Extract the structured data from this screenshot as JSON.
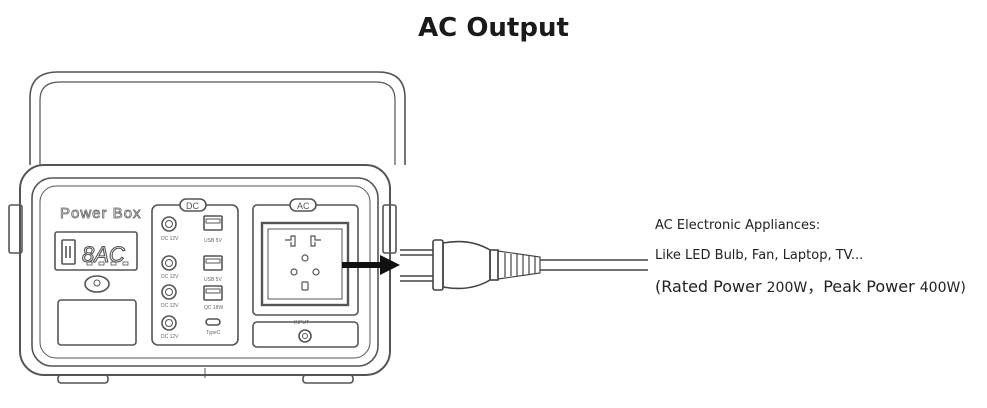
{
  "title": "AC Output",
  "device": {
    "brand": "Power Box",
    "display_text": "8AC",
    "sections": {
      "dc": "DC",
      "ac": "AC"
    },
    "dc_ports": [
      "DC 12V",
      "DC 12V",
      "DC 12V",
      "DC 12V"
    ],
    "usb_ports": [
      "USB 5V",
      "USB 5V",
      "QC 18W",
      "TypeC"
    ],
    "input_label": "INPUT"
  },
  "notes": {
    "line1": "AC Electronic Appliances:",
    "line2": "Like LED Bulb, Fan, Laptop, TV...",
    "line3_open": "(Rated Power ",
    "line3_rated": "200W",
    "line3_sep": "，Peak Power ",
    "line3_peak": "400W)"
  }
}
